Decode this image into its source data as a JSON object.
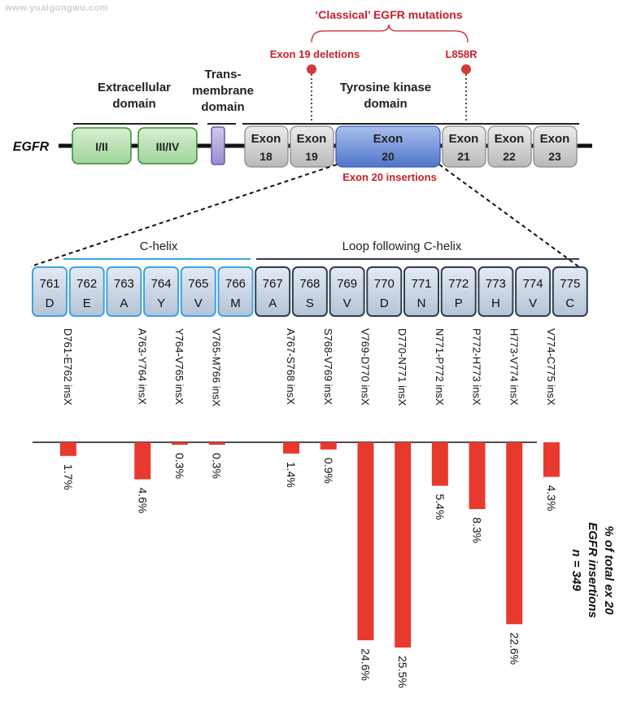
{
  "watermark": "www.yuaigongwu.com",
  "gene_label": "EGFR",
  "classical_title": "‘Classical’ EGFR mutations",
  "exon19_label": "Exon 19 deletions",
  "l858r_label": "L858R",
  "exon20_ins_label": "Exon 20 insertions",
  "domains": {
    "extracellular_line1": "Extracellular",
    "extracellular_line2": "domain",
    "tm_line1": "Trans-",
    "tm_line2": "membrane",
    "tm_line3": "domain",
    "tk_line1": "Tyrosine kinase",
    "tk_line2": "domain"
  },
  "boxes": {
    "ecd1": "I/II",
    "ecd2": "III/IV"
  },
  "exons": [
    {
      "top": "Exon",
      "num": "18"
    },
    {
      "top": "Exon",
      "num": "19"
    },
    {
      "top": "Exon",
      "num": "20"
    },
    {
      "top": "Exon",
      "num": "21"
    },
    {
      "top": "Exon",
      "num": "22"
    },
    {
      "top": "Exon",
      "num": "23"
    }
  ],
  "region_labels": {
    "c_helix": "C-helix",
    "loop": "Loop following C-helix"
  },
  "residues": [
    {
      "num": "761",
      "aa": "D",
      "region": "c"
    },
    {
      "num": "762",
      "aa": "E",
      "region": "c"
    },
    {
      "num": "763",
      "aa": "A",
      "region": "c"
    },
    {
      "num": "764",
      "aa": "Y",
      "region": "c"
    },
    {
      "num": "765",
      "aa": "V",
      "region": "c"
    },
    {
      "num": "766",
      "aa": "M",
      "region": "c"
    },
    {
      "num": "767",
      "aa": "A",
      "region": "l"
    },
    {
      "num": "768",
      "aa": "S",
      "region": "l"
    },
    {
      "num": "769",
      "aa": "V",
      "region": "l"
    },
    {
      "num": "770",
      "aa": "D",
      "region": "l"
    },
    {
      "num": "771",
      "aa": "N",
      "region": "l"
    },
    {
      "num": "772",
      "aa": "P",
      "region": "l"
    },
    {
      "num": "773",
      "aa": "H",
      "region": "l"
    },
    {
      "num": "774",
      "aa": "V",
      "region": "l"
    },
    {
      "num": "775",
      "aa": "C",
      "region": "l"
    }
  ],
  "side_label": {
    "line1": "% of total ex 20",
    "line2": "EGFR insertions",
    "line3": "n = 349"
  },
  "colors": {
    "bar": "#e8392f",
    "red_text": "#c8202a",
    "c_helix_border": "#3fa4dc",
    "loop_border": "#2f3e4e",
    "residue_fill": "#c8d4e3",
    "ecd_fill": "#b9e1b0",
    "ecd_border": "#3a8a3a",
    "tm_fill": "#b7a7dd",
    "exon_fill": "#d2d2d2",
    "exon20_fill": "#6e8fd8"
  },
  "chart_data": {
    "type": "bar",
    "categories": [
      "D761-E762 insX",
      "A763-Y764 insX",
      "Y764-V765 insX",
      "V765-M766 insX",
      "A767-S768 insX",
      "S768-V769 insX",
      "V769-D770 insX",
      "D770-N771 insX",
      "N771-P772 insX",
      "P772-H773 insX",
      "H773-V774 insX",
      "V774-C775 insX"
    ],
    "values": [
      1.7,
      4.6,
      0.3,
      0.3,
      1.4,
      0.9,
      24.6,
      25.5,
      5.4,
      8.3,
      22.6,
      4.3
    ],
    "value_labels": [
      "1.7%",
      "4.6%",
      "0.3%",
      "0.3%",
      "1.4%",
      "0.9%",
      "24.6%",
      "25.5%",
      "5.4%",
      "8.3%",
      "22.6%",
      "4.3%"
    ],
    "ylim": [
      0,
      25.5
    ],
    "orientation": "downward"
  }
}
